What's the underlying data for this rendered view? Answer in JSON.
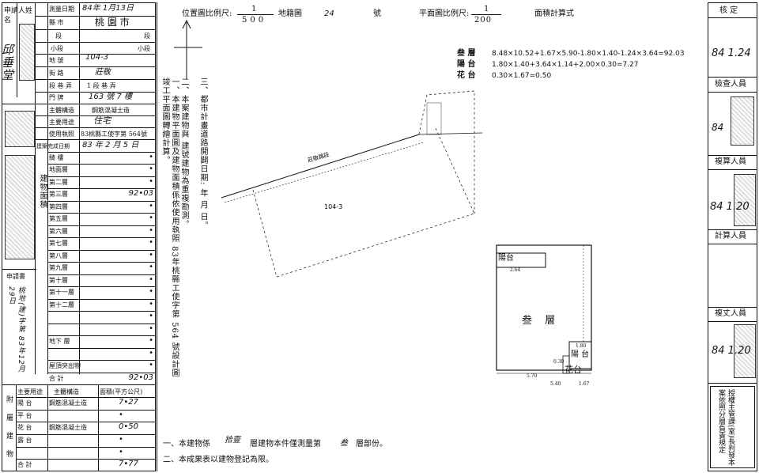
{
  "left_table": {
    "applicant_label": "申請人姓名",
    "applicant_name": "邱垂堂",
    "survey_date_label": "測量日期",
    "survey_date_value": "84年 1月13日",
    "city_label": "縣 市",
    "city_value": "桃 園 市",
    "section_label": "段",
    "section_value": "",
    "subsection_label": "小段",
    "lot_label": "地 號",
    "lot_value": "104-3",
    "road_label": "街 路",
    "road_value": "莊敬",
    "lane_label": "段 巷 弄",
    "lane_value": "1 段 巷 弄",
    "door_label": "門 牌",
    "door_value": "163 號 7 樓",
    "structure_label": "主體構造",
    "structure_value": "鋼筋混凝土造",
    "usage_label": "主要用途",
    "usage_value": "住宅",
    "permit_label": "使用執照",
    "permit_value": "83桃縣工使字第 564號",
    "completion_label": "建築完成日期",
    "completion_value": "83 年 2 月 5 日",
    "floors_header": "建物面積",
    "floors": [
      {
        "label": "騎 樓",
        "value": "•"
      },
      {
        "label": "地面層",
        "value": "•"
      },
      {
        "label": "第二層",
        "value": "•"
      },
      {
        "label": "第三層",
        "value": "92•03"
      },
      {
        "label": "第四層",
        "value": "•"
      },
      {
        "label": "第五層",
        "value": "•"
      },
      {
        "label": "第六層",
        "value": "•"
      },
      {
        "label": "第七層",
        "value": "•"
      },
      {
        "label": "第八層",
        "value": "•"
      },
      {
        "label": "第九層",
        "value": "•"
      },
      {
        "label": "第十層",
        "value": "•"
      },
      {
        "label": "第十一層",
        "value": "•"
      },
      {
        "label": "第十二層",
        "value": "•"
      },
      {
        "label": "",
        "value": "•"
      },
      {
        "label": "",
        "value": "•"
      },
      {
        "label": "地下 層",
        "value": "•"
      },
      {
        "label": "",
        "value": "•"
      },
      {
        "label": "屋頂突出物",
        "value": "•"
      },
      {
        "label": "合 計",
        "value": "92•03"
      }
    ],
    "application_label": "申請書",
    "application_value": "桃地(建)字第 83年12月29日",
    "annex_header_use": "主要用途",
    "annex_header_struct": "主體構造",
    "annex_header_area": "面積(平方公尺)",
    "annex_rows": [
      {
        "use": "陽 台",
        "struct": "鋼筋混凝土造",
        "area": "7•27"
      },
      {
        "use": "平 台",
        "struct": "",
        "area": "•"
      },
      {
        "use": "花 台",
        "struct": "鋼筋混凝土造",
        "area": "0•50"
      },
      {
        "use": "露 台",
        "struct": "",
        "area": "•"
      },
      {
        "use": "",
        "struct": "",
        "area": "•"
      },
      {
        "use": "合 計",
        "struct": "",
        "area": "7•77"
      }
    ],
    "side_label": "附屬建物"
  },
  "notes": {
    "note1": "一、本建物平面圖及建物面積係依使用執照 83年桃縣工使字第 564 號設計圖竣工平面圖轉繪計算。",
    "note2": "二、本案建物與 建號建物為重複勘測。",
    "note3": "三、都市計畫道路開闢日期: 年 月 日。",
    "bottom1_a": "一、本建物係",
    "bottom1_b": "拾壹",
    "bottom1_c": "層建物本件僅測量第",
    "bottom1_d": "叁",
    "bottom1_e": "層部份。",
    "bottom2": "二、本成果表以建物登記為限。"
  },
  "site_plan": {
    "title": "位置圖比例尺:",
    "scale_num": "1",
    "scale_den": "500",
    "map_sheet_label": "地籍圖",
    "map_sheet_value": "24",
    "map_sheet_unit": "號",
    "road_label": "莊敬路段",
    "lot_label": "104-3"
  },
  "floor_plan": {
    "title": "平面圖比例尺:",
    "scale_num": "1",
    "scale_den": "200",
    "calc_title": "面積計算式",
    "calc_rows": [
      {
        "name": "叁 層",
        "formula": "8.48×10.52+1.67×5.90-1.80×1.40-1.24×3.64=92.03"
      },
      {
        "name": "陽 台",
        "formula": "1.80×1.40+3.64×1.14+2.00×0.30=7.27"
      },
      {
        "name": "花 台",
        "formula": "0.30×1.67=0.50"
      }
    ],
    "main_label": "叁 層",
    "balcony_label_top": "陽台",
    "balcony_label_bottom": "陽 台",
    "planter_label": "花台",
    "dim_264": "2.64",
    "dim_180": "1.80",
    "dim_030": "0.30",
    "dim_570": "5.70",
    "dim_540": "5.40",
    "dim_167": "1.67"
  },
  "right_column": {
    "check_label": "核 定",
    "check_date": "84 1.24",
    "inspector_label": "檢查人員",
    "inspector_date": "84",
    "recheck_label": "複算人員",
    "recheck_date": "84 1.20",
    "calc_label": "計算人員",
    "drafter_label": "複丈人員",
    "drafter_date": "84 1.20",
    "authorize_text": "授權主管課(室)長判發本案依照分層負責規定"
  }
}
